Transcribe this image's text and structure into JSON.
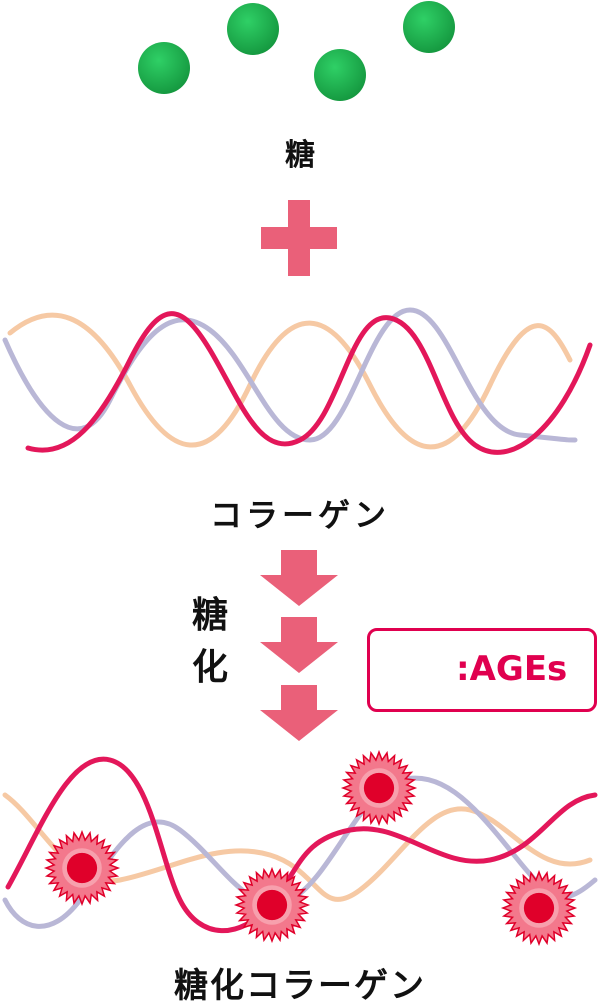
{
  "labels": {
    "sugar": "糖",
    "collagen": "コラーゲン",
    "glycation": "糖化",
    "glycated_collagen": "糖化コラーゲン"
  },
  "legend": {
    "text": ":AGEs",
    "icon": "ages-burst-icon"
  },
  "icons": {
    "sugar_molecule": "green-circle",
    "plus": "plus-icon",
    "arrow": "down-arrow-icon"
  },
  "colors": {
    "sugar": "#1aa84a",
    "plus_arrow": "#ea6079",
    "fiber_main": "#e3175a",
    "fiber_blue": "#b9b7d6",
    "fiber_orange": "#f6c9a4",
    "ages": "#e0002a",
    "legend_border": "#e0004f"
  }
}
